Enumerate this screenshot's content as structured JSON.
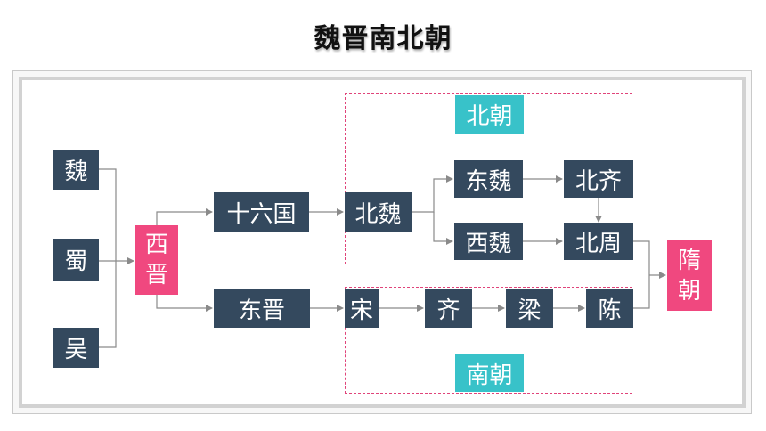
{
  "title": "魏晋南北朝",
  "labels": {
    "wei": "魏",
    "shu": "蜀",
    "wu": "吴",
    "xijin_1": "西",
    "xijin_2": "晋",
    "shiliuguo": "十六国",
    "dongjin": "东晋",
    "beiwei": "北魏",
    "dongwei": "东魏",
    "xiwei": "西魏",
    "beiqi": "北齐",
    "beizhou": "北周",
    "song": "宋",
    "qi": "齐",
    "liang": "梁",
    "chen": "陈",
    "sui_1": "隋",
    "sui_2": "朝",
    "beichao": "北朝",
    "nanchao": "南朝"
  },
  "colors": {
    "dark_box": "#34495e",
    "pink_box": "#f0487f",
    "teal_label": "#38c2c9",
    "dashed_border": "#e0447a",
    "connector": "#8a8a8a"
  }
}
